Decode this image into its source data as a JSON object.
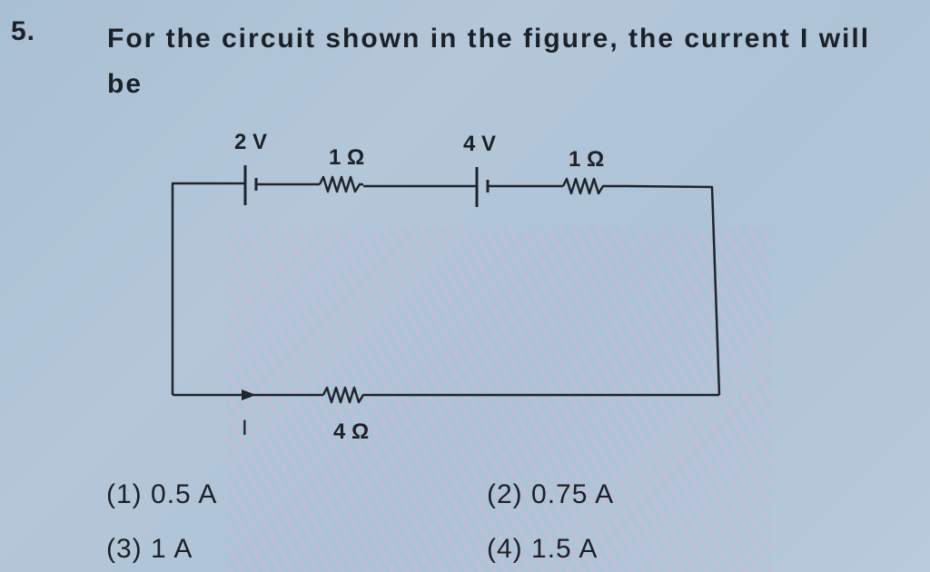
{
  "question": {
    "number": "5.",
    "text": "For the circuit shown in the figure, the current I will be"
  },
  "circuit": {
    "components_top": [
      {
        "type": "cell",
        "label": "2 V"
      },
      {
        "type": "resistor",
        "label": "1 Ω"
      },
      {
        "type": "cell",
        "label": "4 V"
      },
      {
        "type": "resistor",
        "label": "1 Ω"
      }
    ],
    "components_bottom": [
      {
        "type": "resistor",
        "label": "4 Ω"
      }
    ],
    "current_label": "I"
  },
  "options": [
    {
      "id": "(1)",
      "value": "0.5 A"
    },
    {
      "id": "(2)",
      "value": "0.75 A"
    },
    {
      "id": "(3)",
      "value": "1 A"
    },
    {
      "id": "(4)",
      "value": "1.5 A"
    }
  ]
}
